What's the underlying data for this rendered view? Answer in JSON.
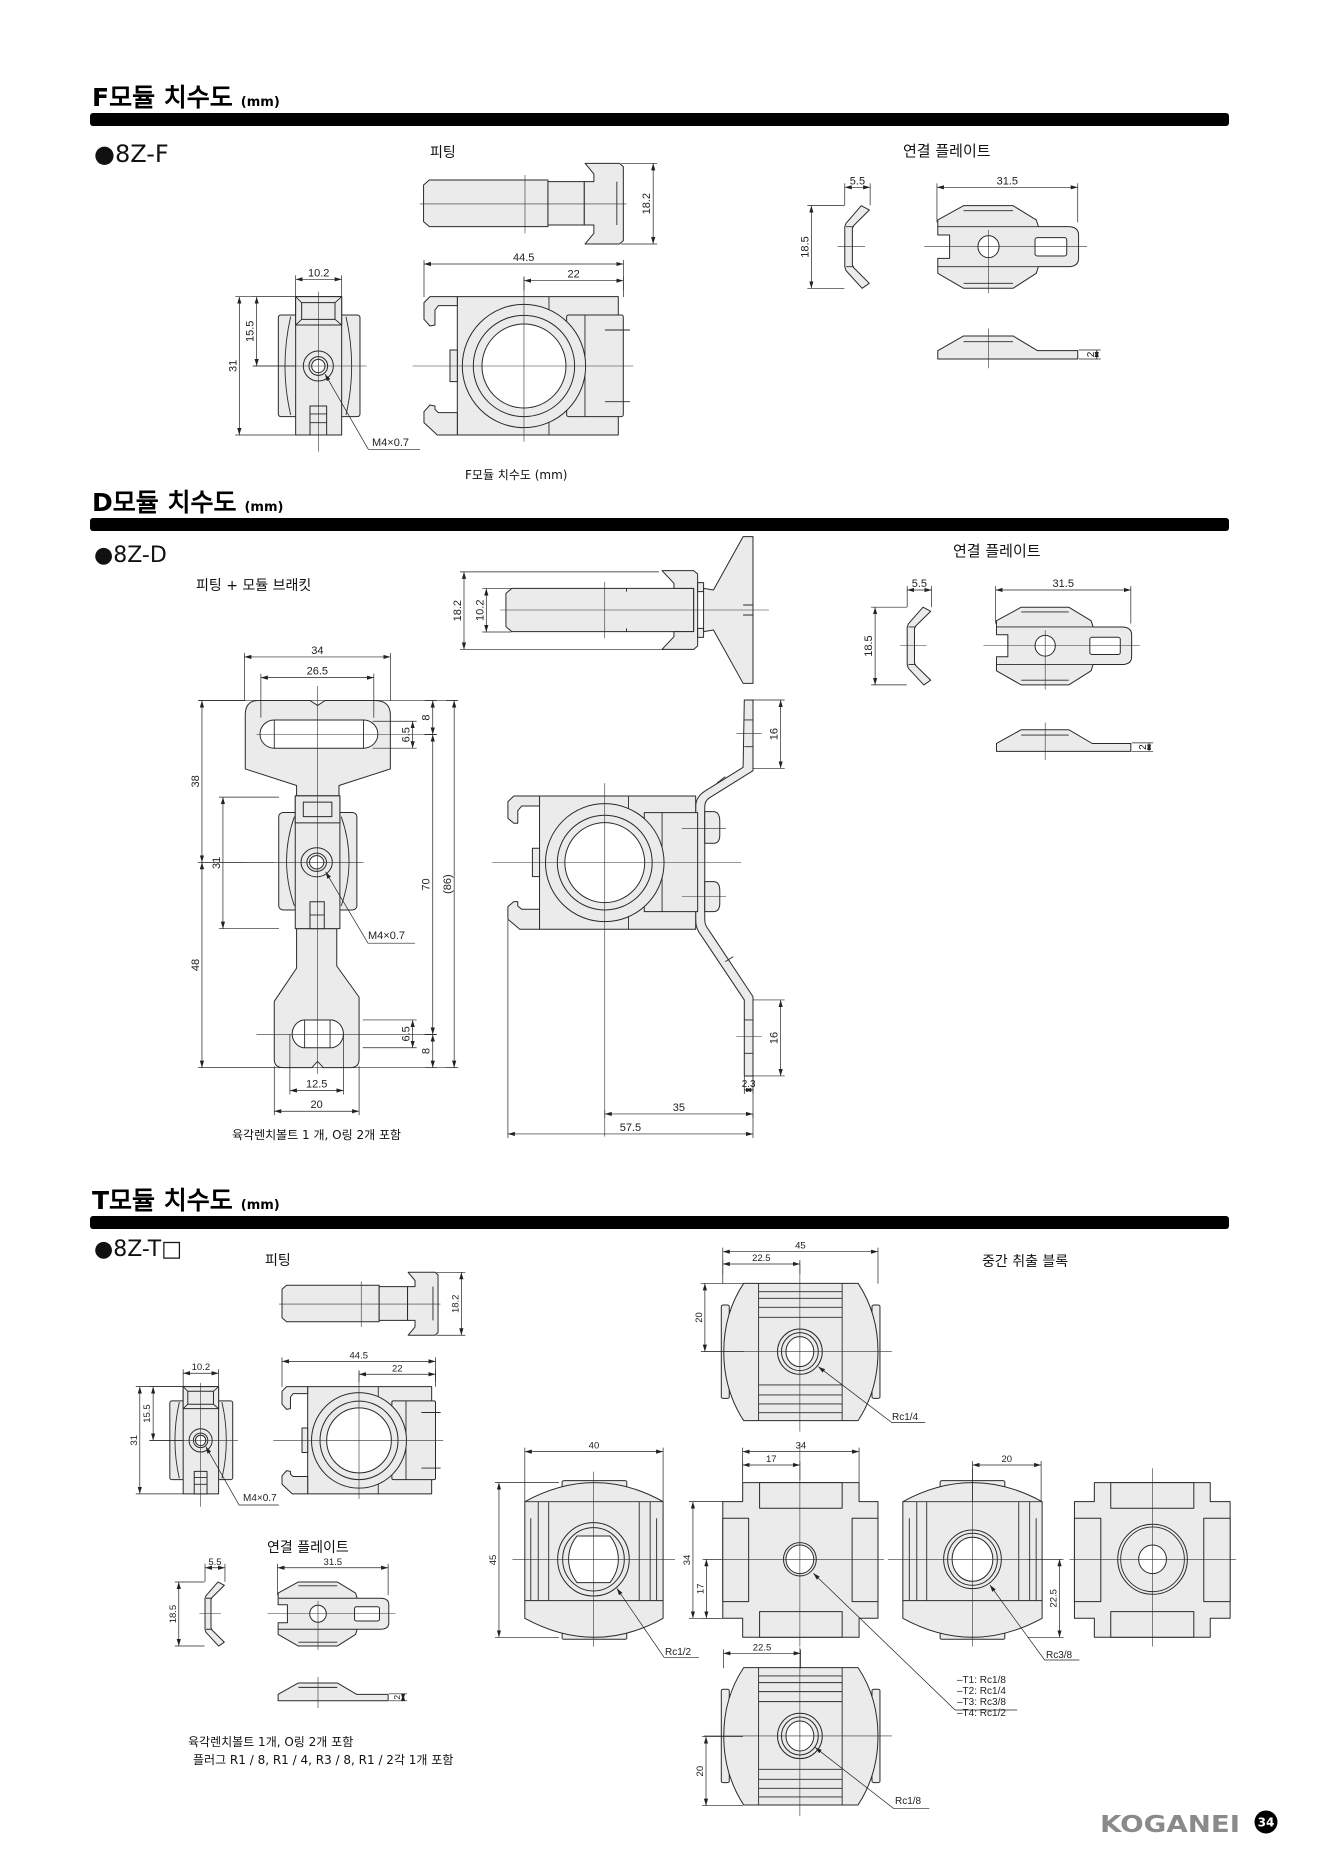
{
  "f": {
    "title": "F모듈 치수도",
    "unit": "(mm)",
    "model": "●8Z-F",
    "fitting_label": "피팅",
    "plate_label": "연결 플레이트",
    "caption": "F모듈 치수도 (mm)",
    "thread": "M4×0.7",
    "dims": {
      "fitting": [
        "18.2"
      ],
      "side": [
        "10.2",
        "15.5",
        "31"
      ],
      "front": [
        "44.5",
        "22"
      ],
      "plate": [
        "5.5",
        "18.5",
        "31.5",
        "2"
      ]
    }
  },
  "d": {
    "title": "D모듈 치수도",
    "unit": "(mm)",
    "model": "●8Z-D",
    "bracket_label": "피팅 + 모듈 브래킷",
    "plate_label": "연결 플레이트",
    "thread": "M4×0.7",
    "note": "육각렌치볼트 1 개, O링 2개 포함",
    "dims": {
      "bracket": [
        "34",
        "26.5",
        "38",
        "31",
        "48",
        "8",
        "6.5",
        "70",
        "(86)",
        "6.5",
        "8",
        "12.5",
        "20"
      ],
      "fitting": [
        "18.2",
        "10.2"
      ],
      "front": [
        "16",
        "16",
        "2.3",
        "35",
        "57.5"
      ],
      "plate": [
        "5.5",
        "18.5",
        "31.5",
        "2"
      ]
    }
  },
  "t": {
    "title": "T모듈 치수도",
    "unit": "(mm)",
    "model": "●8Z-T□",
    "fitting_label": "피팅",
    "plate_label": "연결 플레이트",
    "block_label": "중간 취출 블록",
    "thread": "M4×0.7",
    "notes": [
      "육각렌치볼트 1개, O링 2개 포함",
      "플러그 R1 / 8, R1 / 4, R3 / 8, R1 / 2각 1개 포함"
    ],
    "ports": {
      "top": "Rc1/4",
      "left": "Rc1/2",
      "right": "Rc3/8",
      "bottom": "Rc1/8",
      "center": [
        "–T1: Rc1/8",
        "–T2: Rc1/4",
        "–T3: Rc3/8",
        "–T4: Rc1/2"
      ]
    },
    "dims": {
      "fitting": [
        "18.2"
      ],
      "side": [
        "10.2",
        "15.5",
        "31"
      ],
      "front": [
        "44.5",
        "22"
      ],
      "plate": [
        "5.5",
        "18.5",
        "31.5",
        "2"
      ],
      "block": [
        "45",
        "22.5",
        "20",
        "40",
        "45",
        "34",
        "17",
        "34",
        "17",
        "20",
        "22.5",
        "22.5",
        "20"
      ]
    }
  },
  "footer": {
    "brand": "KOGANEI",
    "page": "34"
  }
}
